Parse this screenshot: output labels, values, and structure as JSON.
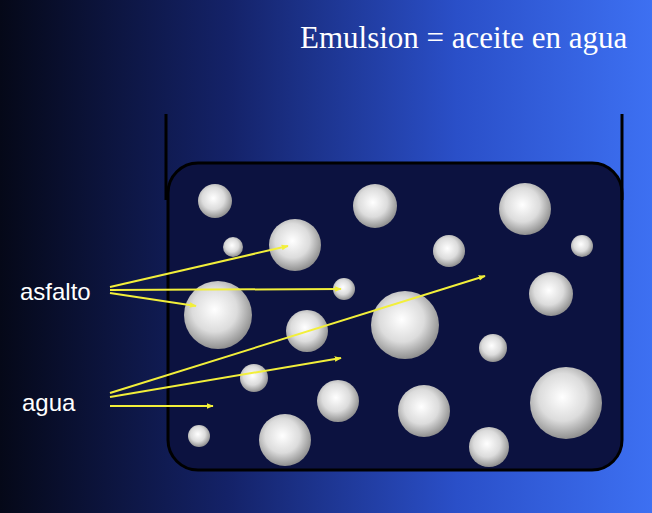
{
  "diagram": {
    "title": "Emulsion = aceite en agua",
    "labels": [
      "asfalto",
      "agua"
    ]
  }
}
